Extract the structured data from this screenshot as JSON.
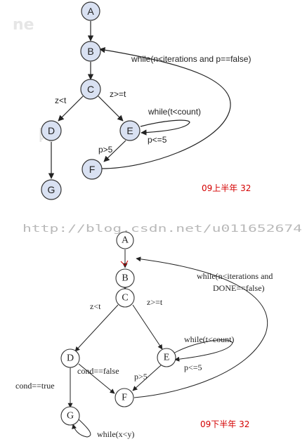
{
  "watermark_url": "http://blog.csdn.net/u011652674",
  "diagram1": {
    "nodes": {
      "A": "A",
      "B": "B",
      "C": "C",
      "D": "D",
      "E": "E",
      "F": "F",
      "G": "G"
    },
    "labels": {
      "loop_outer": "while(n<iterations and p==false)",
      "z_lt_t": "z<t",
      "z_ge_t": "z>=t",
      "loop_inner": "while(t<count)",
      "p_le_5": "p<=5",
      "p_gt_5": "p>5"
    },
    "caption": "09上半年  32"
  },
  "diagram2": {
    "nodes": {
      "A": "A",
      "B": "B",
      "C": "C",
      "D": "D",
      "E": "E",
      "F": "F",
      "G": "G"
    },
    "labels": {
      "loop_outer_1": "while(n<iterations and",
      "loop_outer_2": "DONE==false)",
      "z_lt_t": "z<t",
      "z_ge_t": "z>=t",
      "loop_inner": "while(t<count)",
      "p_le_5": "p<=5",
      "p_gt_5": "p>5",
      "cond_false": "cond==false",
      "cond_true": "cond==true",
      "loop_g": "while(x<y)"
    },
    "caption": "09下半年  32"
  }
}
